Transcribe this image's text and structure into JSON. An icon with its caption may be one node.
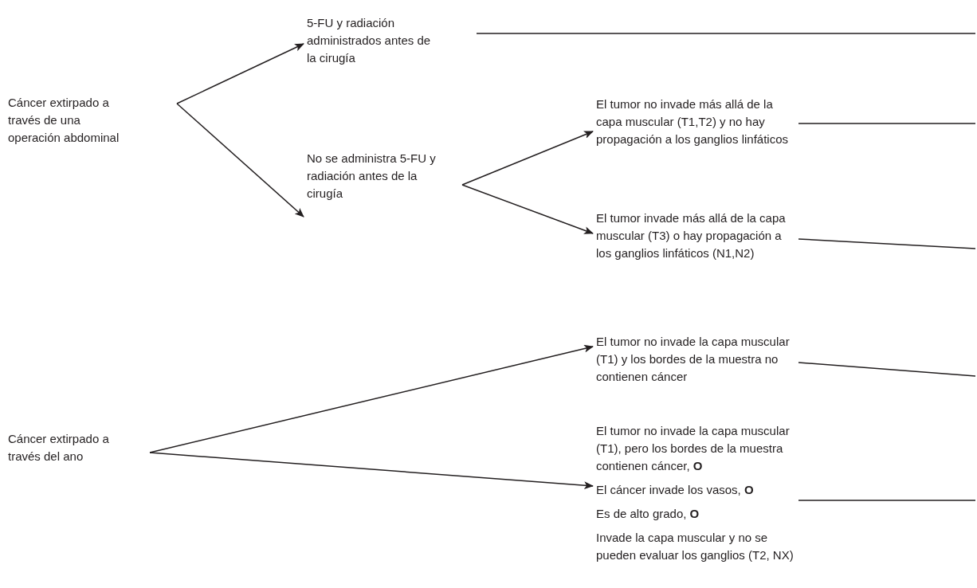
{
  "diagram": {
    "nodes": [
      {
        "text": [
          "Cáncer extirpado a través de una operación abdominal"
        ]
      },
      {
        "text": [
          "5-FU y radiación administrados antes de la cirugía"
        ]
      },
      {
        "text": [
          "No se administra 5-FU y radiación antes de la cirugía"
        ]
      },
      {
        "text": [
          "El tumor no invade más allá de la capa muscular (T1,T2) y no hay propagación a los ganglios linfáticos"
        ]
      },
      {
        "text": [
          "El tumor invade más allá de la capa muscular (T3) o hay propagación a los ganglios linfáticos (N1,N2)"
        ]
      },
      {
        "text": [
          "El tumor no invade la capa muscular (T1) y los bordes de la muestra no contienen cáncer"
        ]
      },
      {
        "text": [
          "Cáncer extirpado a través del ano"
        ]
      },
      {
        "text": [
          "El tumor no invade la capa muscular (T1), pero los bordes de la muestra contienen cáncer, **O**",
          "El cáncer invade los vasos, **O**",
          "Es de alto grado, **O**",
          "Invade la capa muscular y no se pueden evaluar los ganglios (T2, NX)"
        ]
      }
    ],
    "edges": [
      {
        "from": 0,
        "to": 1,
        "arrow": "to"
      },
      {
        "from": 0,
        "to": 2,
        "arrow": "to"
      },
      {
        "from": 2,
        "to": 3,
        "arrow": "to"
      },
      {
        "from": 2,
        "to": 4,
        "arrow": "to"
      },
      {
        "from": 6,
        "to": 5,
        "arrow": "to"
      },
      {
        "from": 6,
        "to": 7,
        "arrow": "to"
      },
      {
        "from": 1,
        "to": null,
        "arrow": "none"
      },
      {
        "from": 3,
        "to": null,
        "arrow": "none"
      },
      {
        "from": 4,
        "to": null,
        "arrow": "none"
      },
      {
        "from": 5,
        "to": null,
        "arrow": "none"
      },
      {
        "from": 7,
        "to": null,
        "arrow": "none"
      }
    ]
  }
}
